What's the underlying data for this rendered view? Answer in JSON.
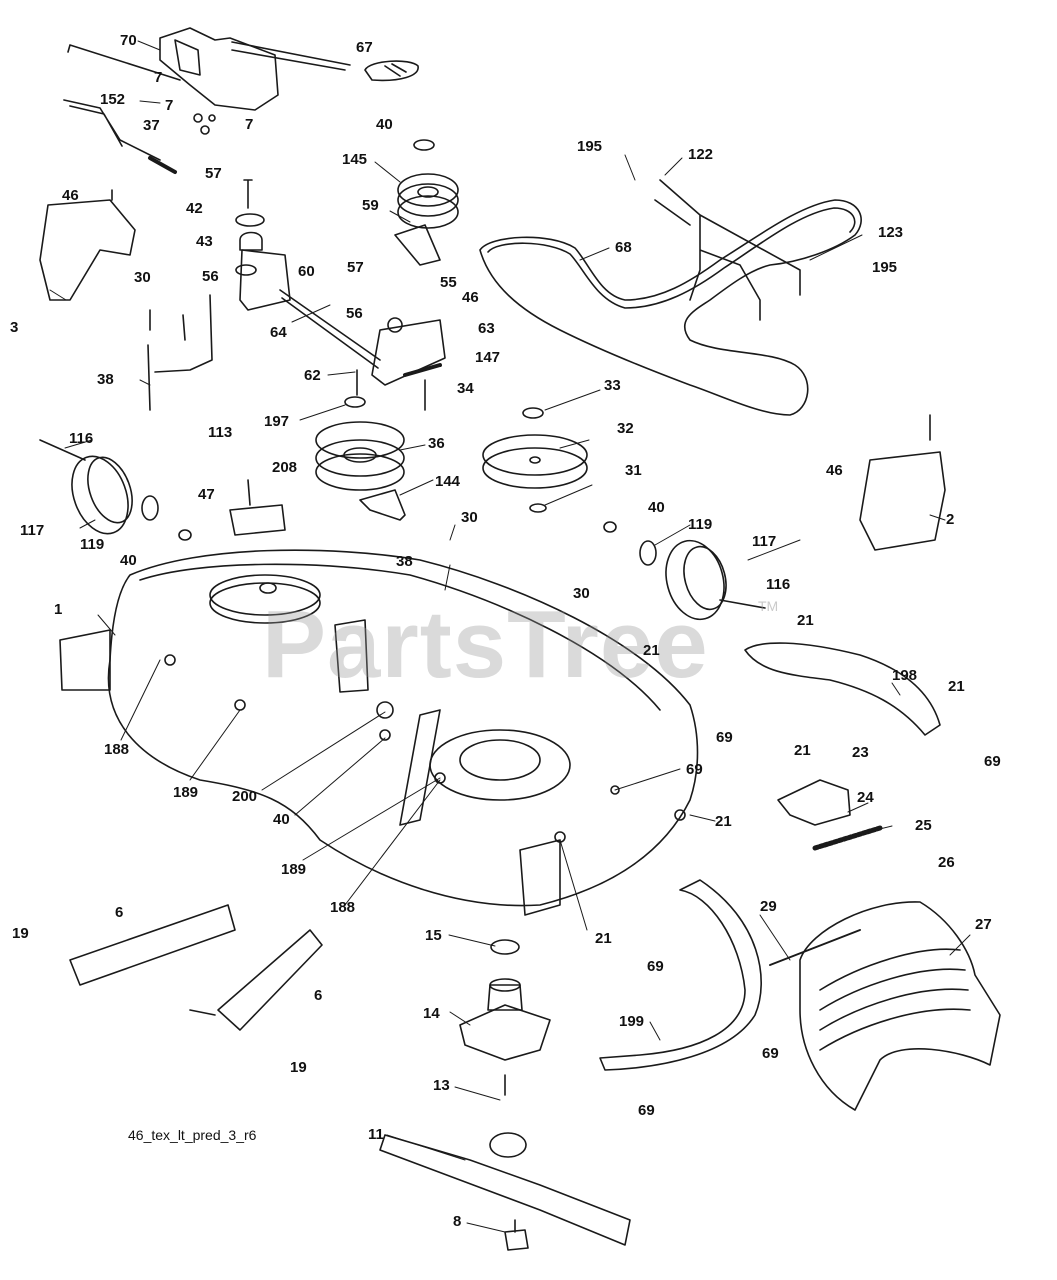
{
  "diagram": {
    "drawing_id": "46_tex_lt_pred_3_r6",
    "watermark": "PartsTree",
    "trademark": "TM",
    "callouts": [
      "70",
      "67",
      "7",
      "7",
      "152",
      "37",
      "7",
      "40",
      "195",
      "122",
      "145",
      "57",
      "42",
      "59",
      "46",
      "43",
      "60",
      "3",
      "68",
      "123",
      "195",
      "57",
      "55",
      "30",
      "56",
      "56",
      "46",
      "64",
      "63",
      "147",
      "38",
      "62",
      "34",
      "33",
      "197",
      "32",
      "36",
      "116",
      "113",
      "46",
      "31",
      "47",
      "144",
      "208",
      "117",
      "119",
      "40",
      "30",
      "38",
      "119",
      "2",
      "117",
      "40",
      "30",
      "116",
      "1",
      "21",
      "21",
      "198",
      "21",
      "188",
      "189",
      "200",
      "69",
      "21",
      "23",
      "69",
      "40",
      "69",
      "24",
      "25",
      "21",
      "189",
      "188",
      "26",
      "6",
      "15",
      "21",
      "29",
      "27",
      "19",
      "6",
      "69",
      "14",
      "199",
      "69",
      "19",
      "13",
      "69",
      "11",
      "8"
    ]
  }
}
